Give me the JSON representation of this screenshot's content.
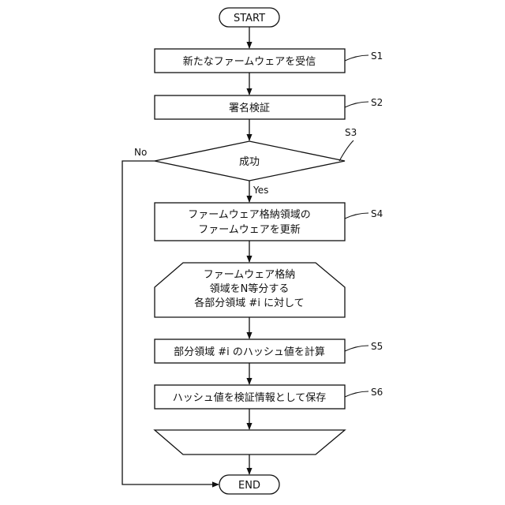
{
  "flowchart": {
    "start": "START",
    "end": "END",
    "s1": {
      "text": "新たなファームウェアを受信",
      "label": "S1"
    },
    "s2": {
      "text": "署名検証",
      "label": "S2"
    },
    "s3": {
      "text": "成功",
      "label": "S3",
      "no": "No",
      "yes": "Yes"
    },
    "s4": {
      "line1": "ファームウェア格納領域の",
      "line2": "ファームウェアを更新",
      "label": "S4"
    },
    "loop_start": {
      "line1": "ファームウェア格納",
      "line2": "領域をN等分する",
      "line3": "各部分領域 #i に対して"
    },
    "s5": {
      "text": "部分領域 #i のハッシュ値を計算",
      "label": "S5"
    },
    "s6": {
      "text": "ハッシュ値を検証情報として保存",
      "label": "S6"
    },
    "loop_end": {
      "text": ""
    }
  }
}
